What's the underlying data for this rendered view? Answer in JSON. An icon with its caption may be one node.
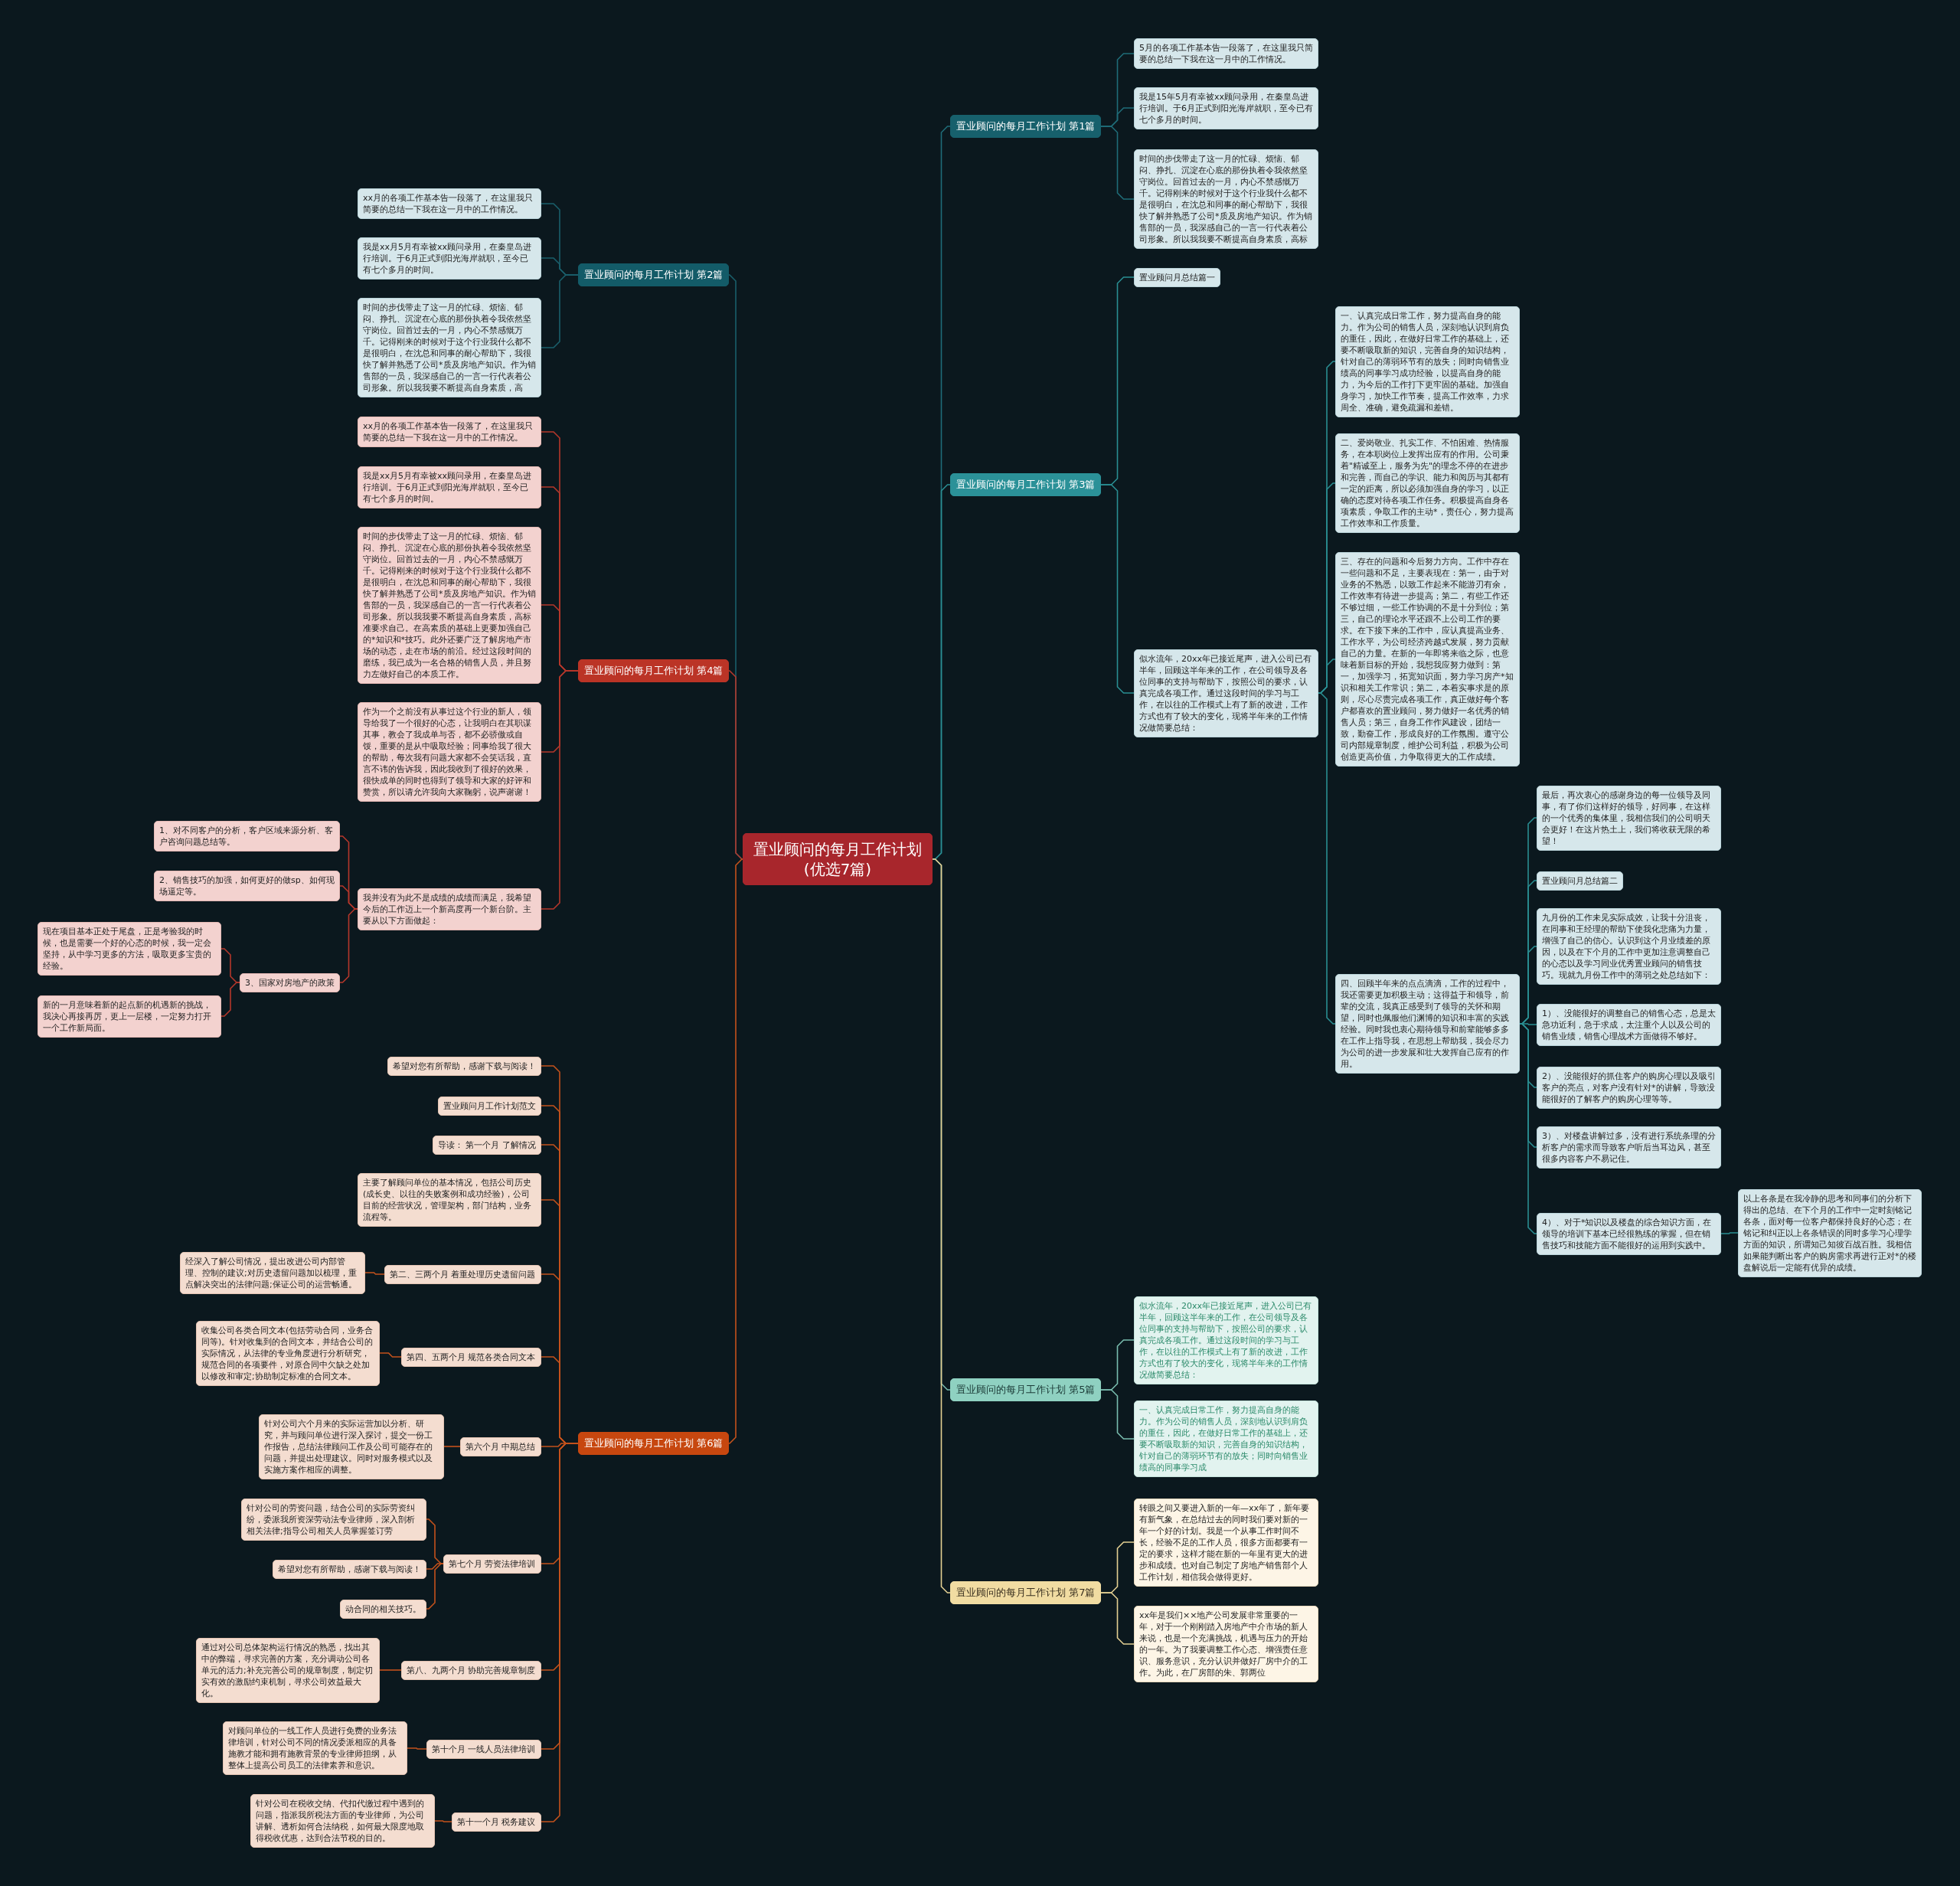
{
  "diagram": {
    "nodes": [
      {
        "text": [
          "置业顾问的每月工作计划(优选7篇)"
        ]
      },
      {
        "text": [
          "置业顾问的每月工作计划 第1篇"
        ]
      },
      {
        "text": [
          "5月的各项工作基本告一段落了，在这里我只简要的总结一下我在这一月中的工作情况。"
        ]
      },
      {
        "text": [
          "我是15年5月有幸被xx顾问录用，在秦皇岛进行培训。于6月正式到阳光海岸就职，至今已有七个多月的时间。"
        ]
      },
      {
        "text": [
          "时间的步伐带走了这一月的忙碌、烦恼、郁闷、挣扎、沉淀在心底的那份执着令我依然坚守岗位。回首过去的一月，内心不禁感慨万千。记得刚来的时候对于这个行业我什么都不是很明白，在沈总和同事的耐心帮助下，我很快了解并熟悉了公司*质及房地产知识。作为销售部的一员，我深感自己的一言一行代表着公司形象。所以我我要不断提高自身素质，高标"
        ]
      },
      {
        "text": [
          "置业顾问的每月工作计划 第2篇"
        ]
      },
      {
        "text": [
          "xx月的各项工作基本告一段落了，在这里我只简要的总结一下我在这一月中的工作情况。"
        ]
      },
      {
        "text": [
          "我是xx月5月有幸被xx顾问录用，在秦皇岛进行培训。于6月正式到阳光海岸就职，至今已有七个多月的时间。"
        ]
      },
      {
        "text": [
          "时间的步伐带走了这一月的忙碌、烦恼、郁闷、挣扎、沉淀在心底的那份执着令我依然坚守岗位。回首过去的一月，内心不禁感慨万千。记得刚来的时候对于这个行业我什么都不是很明白，在沈总和同事的耐心帮助下，我很快了解并熟悉了公司*质及房地产知识。作为销售部的一员，我深感自己的一言一行代表着公司形象。所以我我要不断提高自身素质，高"
        ]
      },
      {
        "text": [
          "置业顾问的每月工作计划 第3篇"
        ]
      },
      {
        "text": [
          "置业顾问月总结篇一"
        ]
      },
      {
        "text": [
          "似水流年，20xx年已接近尾声，进入公司已有半年，回顾这半年来的工作，在公司领导及各位同事的支持与帮助下，按照公司的要求，认真完成各项工作。通过这段时间的学习与工作，在以往的工作模式上有了新的改进，工作方式也有了较大的变化，现将半年来的工作情况做简要总结："
        ]
      },
      {
        "text": [
          "一、认真完成日常工作，努力提高自身的能力。作为公司的销售人员，深刻地认识到肩负的重任，因此，在做好日常工作的基础上，还要不断吸取新的知识，完善自身的知识结构，针对自己的薄弱环节有的放失；同时向销售业绩高的同事学习成功经验，以提高自身的能力，为今后的工作打下更牢固的基础。加强自身学习，加快工作节奏，提高工作效率，力求周全、准确，避免疏漏和差错。"
        ]
      },
      {
        "text": [
          "二、爱岗敬业、扎实工作、不怕困难、热情服务，在本职岗位上发挥出应有的作用。公司秉着\"精诚至上，服务为先\"的理念不停的在进步和完善，而自己的学识、能力和阅历与其都有一定的距离，所以必须加强自身的学习，以正确的态度对待各项工作任务。积极提高自身各项素质，争取工作的主动*，责任心，努力提高工作效率和工作质量。"
        ]
      },
      {
        "text": [
          "三、存在的问题和今后努力方向。工作中存在一些问题和不足，主要表现在：第一，由于对业务的不熟悉，以致工作起来不能游刃有余，工作效率有待进一步提高；第二，有些工作还不够过细，一些工作协调的不是十分到位；第三，自己的理论水平还跟不上公司工作的要求。在下接下来的工作中，应认真提高业务、工作水平，为公司经济跨越式发展，努力贡献自己的力量。在新的一年即将来临之际，也意味着新目标的开始，我想我应努力做到：第一，加强学习，拓宽知识面，努力学习房产*知识和相关工作常识；第二，本着实事求是的原则，尽心尽责完成各项工作，真正做好每个客户都喜欢的置业顾问，努力做好一名优秀的销售人员；第三，自身工作作风建设，团结一致，勤奋工作，形成良好的工作氛围。遵守公司内部规章制度，维护公司利益，积极为公司创造更高价值，力争取得更大的工作成绩。"
        ]
      },
      {
        "text": [
          "四、回顾半年来的点点滴滴，工作的过程中，我还需要更加积极主动；这得益于和领导，前辈的交流，我真正感受到了领导的关怀和期望，同时也佩服他们渊博的知识和丰富的实践经验。同时我也衷心期待领导和前辈能够多多在工作上指导我，在思想上帮助我，我会尽力为公司的进一步发展和壮大发挥自己应有的作用。"
        ]
      },
      {
        "text": [
          "最后，再次衷心的感谢身边的每一位领导及同事，有了你们这样好的领导，好同事，在这样的一个优秀的集体里，我相信我们的公司明天会更好！在这片热土上，我们将收获无限的希望！"
        ]
      },
      {
        "text": [
          "置业顾问月总结篇二"
        ]
      },
      {
        "text": [
          "九月份的工作未见实际成效，让我十分沮丧，在同事和王经理的帮助下使我化悲痛为力量，增强了自己的信心。认识到这个月业绩差的原因，以及在下个月的工作中更加注意调整自己的心态以及学习同业优秀置业顾问的销售技巧。现就九月份工作中的薄弱之处总结如下："
        ]
      },
      {
        "text": [
          "1）、没能很好的调整自己的销售心态，总是太急功近利，急于求成，太注重个人以及公司的销售业绩，销售心理战术方面做得不够好。"
        ]
      },
      {
        "text": [
          "2）、没能很好的抓住客户的购房心理以及吸引客户的亮点，对客户没有针对*的讲解，导致没能很好的了解客户的购房心理等等。"
        ]
      },
      {
        "text": [
          "3）、对楼盘讲解过多，没有进行系统条理的分析客户的需求而导致客户听后当耳边风，甚至很多内容客户不易记住。"
        ]
      },
      {
        "text": [
          "4）、对于*知识以及楼盘的综合知识方面，在领导的培训下基本已经很熟练的掌握，但在销售技巧和技能方面不能很好的运用到实践中。"
        ]
      },
      {
        "text": [
          "以上各条是在我冷静的思考和同事们的分析下得出的总结、在下个月的工作中一定时刻铭记各条，面对每一位客户都保持良好的心态；在铭记和纠正以上各条错误的同时多学习心理学方面的知识，所谓知己知彼百战百胜。我相信如果能判断出客户的购房需求再进行正对*的楼盘解说后一定能有优异的成绩。"
        ]
      },
      {
        "text": [
          "置业顾问的每月工作计划 第4篇"
        ]
      },
      {
        "text": [
          "xx月的各项工作基本告一段落了，在这里我只简要的总结一下我在这一月中的工作情况。"
        ]
      },
      {
        "text": [
          "我是xx月5月有幸被xx顾问录用，在秦皇岛进行培训。于6月正式到阳光海岸就职，至今已有七个多月的时间。"
        ]
      },
      {
        "text": [
          "时间的步伐带走了这一月的忙碌、烦恼、郁闷、挣扎、沉淀在心底的那份执着令我依然坚守岗位。回首过去的一月，内心不禁感慨万千。记得刚来的时候对于这个行业我什么都不是很明白，在沈总和同事的耐心帮助下，我很快了解并熟悉了公司*质及房地产知识。作为销售部的一员，我深感自己的一言一行代表着公司形象。所以我我要不断提高自身素质，高标准要求自己。在高素质的基础上更要加强自己的*知识和*技巧。此外还要广泛了解房地产市场的动态，走在市场的前沿。经过这段时间的磨练，我已成为一名合格的销售人员，并且努力左做好自己的本质工作。"
        ]
      },
      {
        "text": [
          "作为一个之前没有从事过这个行业的新人，领导给我了一个很好的心态，让我明白在其职谋其事，教会了我成单与否，都不必骄傲或自馁，重要的是从中吸取经验；同事给我了很大的帮助，每次我有问题大家都不会笑话我，直言不讳的告诉我，因此我收到了很好的效果，很快成单的同时也得到了领导和大家的好评和赞赏，所以请允许我向大家鞠躬，说声谢谢！"
        ]
      },
      {
        "text": [
          "我并没有为此不是成绩的成绩而满足，我希望今后的工作迈上一个新高度再一个新台阶。主要从以下方面做起："
        ]
      },
      {
        "text": [
          "1、对不同客户的分析，客户区域来源分析、客户咨询问题总结等。"
        ]
      },
      {
        "text": [
          "2、销售技巧的加强，如何更好的做sp、如何现场逼定等。"
        ]
      },
      {
        "text": [
          "3、国家对房地产的政策"
        ]
      },
      {
        "text": [
          "现在项目基本正处于尾盘，正是考验我的时候，也是需要一个好的心态的时候，我一定会坚持，从中学习更多的方法，吸取更多宝贵的经验。"
        ]
      },
      {
        "text": [
          "新的一月意味着新的起点新的机遇新的挑战，我决心再接再厉，更上一层楼，一定努力打开一个工作新局面。"
        ]
      },
      {
        "text": [
          "置业顾问的每月工作计划 第5篇"
        ]
      },
      {
        "text": [
          "似水流年，20xx年已接近尾声，进入公司已有半年，回顾这半年来的工作，在公司领导及各位同事的支持与帮助下，按照公司的要求，认真完成各项工作。通过这段时间的学习与工作，在以往的工作模式上有了新的改进，工作方式也有了较大的变化，现将半年来的工作情况做简要总结："
        ]
      },
      {
        "text": [
          "一、认真完成日常工作，努力提高自身的能力。作为公司的销售人员，深刻地认识到肩负的重任，因此，在做好日常工作的基础上，还要不断吸取新的知识，完善自身的知识结构，针对自己的薄弱环节有的放失；同时向销售业绩高的同事学习成"
        ]
      },
      {
        "text": [
          "置业顾问的每月工作计划 第6篇"
        ]
      },
      {
        "text": [
          "希望对您有所帮助，感谢下载与阅读！"
        ]
      },
      {
        "text": [
          "置业顾问月工作计划范文"
        ]
      },
      {
        "text": [
          "导读： 第一个月 了解情况"
        ]
      },
      {
        "text": [
          "主要了解顾问单位的基本情况，包括公司历史(成长史、以往的失败案例和成功经验)，公司目前的经营状况，管理架构，部门结构，业务流程等。"
        ]
      },
      {
        "text": [
          "第二、三两个月 着重处理历史遗留问题"
        ]
      },
      {
        "text": [
          "经深入了解公司情况，提出改进公司内部管理、控制的建议;对历史遗留问题加以梳理，重点解决突出的法律问题;保证公司的运营畅通。"
        ]
      },
      {
        "text": [
          "第四、五两个月 规范各类合同文本"
        ]
      },
      {
        "text": [
          "收集公司各类合同文本(包括劳动合同，业务合同等)。针对收集到的合同文本，并结合公司的实际情况，从法律的专业角度进行分析研究，规范合同的各项要件，对原合同中欠缺之处加以修改和审定;协助制定标准的合同文本。"
        ]
      },
      {
        "text": [
          "第六个月 中期总结"
        ]
      },
      {
        "text": [
          "针对公司六个月来的实际运营加以分析、研究，并与顾问单位进行深入探讨，提交一份工作报告，总结法律顾问工作及公司可能存在的问题，并提出处理建议。同时对服务模式以及实施方案作相应的调整。"
        ]
      },
      {
        "text": [
          "第七个月 劳资法律培训"
        ]
      },
      {
        "text": [
          "针对公司的劳资问题，结合公司的实际劳资纠纷，委派我所资深劳动法专业律师，深入剖析相关法律;指导公司相关人员掌握签订劳"
        ]
      },
      {
        "text": [
          "希望对您有所帮助，感谢下载与阅读！"
        ]
      },
      {
        "text": [
          "动合同的相关技巧。"
        ]
      },
      {
        "text": [
          "第八、九两个月 协助完善规章制度"
        ]
      },
      {
        "text": [
          "通过对公司总体架构运行情况的熟悉，找出其中的弊端，寻求完善的方案，充分调动公司各单元的活力;补充完善公司的规章制度，制定切实有效的激励约束机制，寻求公司效益最大化。"
        ]
      },
      {
        "text": [
          "第十个月 一线人员法律培训"
        ]
      },
      {
        "text": [
          "对顾问单位的一线工作人员进行免费的业务法律培训，针对公司不同的情况委派相应的具备施教才能和拥有施教背景的专业律师担纲，从整体上提高公司员工的法律素养和意识。"
        ]
      },
      {
        "text": [
          "第十一个月 税务建议"
        ]
      },
      {
        "text": [
          "针对公司在税收交纳、代扣代缴过程中遇到的问题，指派我所税法方面的专业律师，为公司讲解、透析如何合法纳税，如何最大限度地取得税收优惠，达到合法节税的目的。"
        ]
      },
      {
        "text": [
          "置业顾问的每月工作计划 第7篇"
        ]
      },
      {
        "text": [
          "转眼之间又要进入新的一年—xx年了，新年要有新气象，在总结过去的同时我们要对新的一年一个好的计划。我是一个从事工作时间不长，经验不足的工作人员，很多方面都要有一定的要求，这样才能在新的一年里有更大的进步和成绩。也对自己制定了房地产销售部个人工作计划，相信我会做得更好。"
        ]
      },
      {
        "text": [
          "xx年是我们××地产公司发展非常重要的一年，对于一个刚刚踏入房地产中介市场的新人来说，也是一个充满挑战，机遇与压力的开始的一年。为了我要调整工作心态、增强责任意识、服务意识，充分认识并做好厂房中介的工作。为此，在厂房部的朱、郭两位"
        ]
      }
    ],
    "edges": [
      {
        "from": 0,
        "to": 1,
        "arrow": "none",
        "color": "#1f6c78"
      },
      {
        "from": 0,
        "to": 5,
        "arrow": "none",
        "color": "#1a5f6b"
      },
      {
        "from": 0,
        "to": 9,
        "arrow": "none",
        "color": "#2a8e92"
      },
      {
        "from": 0,
        "to": 24,
        "arrow": "none",
        "color": "#b5372b"
      },
      {
        "from": 0,
        "to": 35,
        "arrow": "none",
        "color": "#79bcae"
      },
      {
        "from": 0,
        "to": 38,
        "arrow": "none",
        "color": "#c4521c"
      },
      {
        "from": 0,
        "to": 59,
        "arrow": "none",
        "color": "#e3cf92"
      },
      {
        "from": 1,
        "to": 2,
        "arrow": "none",
        "color": "#1f6c78"
      },
      {
        "from": 1,
        "to": 3,
        "arrow": "none",
        "color": "#1f6c78"
      },
      {
        "from": 1,
        "to": 4,
        "arrow": "none",
        "color": "#1f6c78"
      },
      {
        "from": 5,
        "to": 6,
        "arrow": "none",
        "color": "#1a5f6b"
      },
      {
        "from": 5,
        "to": 7,
        "arrow": "none",
        "color": "#1a5f6b"
      },
      {
        "from": 5,
        "to": 8,
        "arrow": "none",
        "color": "#1a5f6b"
      },
      {
        "from": 9,
        "to": 10,
        "arrow": "none",
        "color": "#2a8e92"
      },
      {
        "from": 9,
        "to": 11,
        "arrow": "none",
        "color": "#2a8e92"
      },
      {
        "from": 11,
        "to": 12,
        "arrow": "none",
        "color": "#2a8e92"
      },
      {
        "from": 11,
        "to": 13,
        "arrow": "none",
        "color": "#2a8e92"
      },
      {
        "from": 11,
        "to": 14,
        "arrow": "none",
        "color": "#2a8e92"
      },
      {
        "from": 11,
        "to": 15,
        "arrow": "none",
        "color": "#2a8e92"
      },
      {
        "from": 15,
        "to": 16,
        "arrow": "none",
        "color": "#2a8e92"
      },
      {
        "from": 15,
        "to": 17,
        "arrow": "none",
        "color": "#2a8e92"
      },
      {
        "from": 15,
        "to": 18,
        "arrow": "none",
        "color": "#2a8e92"
      },
      {
        "from": 15,
        "to": 19,
        "arrow": "none",
        "color": "#2a8e92"
      },
      {
        "from": 15,
        "to": 20,
        "arrow": "none",
        "color": "#2a8e92"
      },
      {
        "from": 15,
        "to": 21,
        "arrow": "none",
        "color": "#2a8e92"
      },
      {
        "from": 15,
        "to": 22,
        "arrow": "none",
        "color": "#2a8e92"
      },
      {
        "from": 22,
        "to": 23,
        "arrow": "none",
        "color": "#2a8e92"
      },
      {
        "from": 24,
        "to": 25,
        "arrow": "none",
        "color": "#b5372b"
      },
      {
        "from": 24,
        "to": 26,
        "arrow": "none",
        "color": "#b5372b"
      },
      {
        "from": 24,
        "to": 27,
        "arrow": "none",
        "color": "#b5372b"
      },
      {
        "from": 24,
        "to": 28,
        "arrow": "none",
        "color": "#b5372b"
      },
      {
        "from": 24,
        "to": 29,
        "arrow": "none",
        "color": "#b5372b"
      },
      {
        "from": 29,
        "to": 30,
        "arrow": "none",
        "color": "#b5372b"
      },
      {
        "from": 29,
        "to": 31,
        "arrow": "none",
        "color": "#b5372b"
      },
      {
        "from": 29,
        "to": 32,
        "arrow": "none",
        "color": "#b5372b"
      },
      {
        "from": 32,
        "to": 33,
        "arrow": "none",
        "color": "#b5372b"
      },
      {
        "from": 32,
        "to": 34,
        "arrow": "none",
        "color": "#b5372b"
      },
      {
        "from": 35,
        "to": 36,
        "arrow": "none",
        "color": "#79bcae"
      },
      {
        "from": 35,
        "to": 37,
        "arrow": "none",
        "color": "#79bcae"
      },
      {
        "from": 38,
        "to": 39,
        "arrow": "none",
        "color": "#c4521c"
      },
      {
        "from": 38,
        "to": 40,
        "arrow": "none",
        "color": "#c4521c"
      },
      {
        "from": 38,
        "to": 41,
        "arrow": "none",
        "color": "#c4521c"
      },
      {
        "from": 38,
        "to": 42,
        "arrow": "none",
        "color": "#c4521c"
      },
      {
        "from": 38,
        "to": 43,
        "arrow": "none",
        "color": "#c4521c"
      },
      {
        "from": 43,
        "to": 44,
        "arrow": "none",
        "color": "#c4521c"
      },
      {
        "from": 38,
        "to": 45,
        "arrow": "none",
        "color": "#c4521c"
      },
      {
        "from": 45,
        "to": 46,
        "arrow": "none",
        "color": "#c4521c"
      },
      {
        "from": 38,
        "to": 47,
        "arrow": "none",
        "color": "#c4521c"
      },
      {
        "from": 47,
        "to": 48,
        "arrow": "none",
        "color": "#c4521c"
      },
      {
        "from": 38,
        "to": 49,
        "arrow": "none",
        "color": "#c4521c"
      },
      {
        "from": 49,
        "to": 50,
        "arrow": "none",
        "color": "#c4521c"
      },
      {
        "from": 49,
        "to": 51,
        "arrow": "none",
        "color": "#c4521c"
      },
      {
        "from": 49,
        "to": 52,
        "arrow": "none",
        "color": "#c4521c"
      },
      {
        "from": 38,
        "to": 53,
        "arrow": "none",
        "color": "#c4521c"
      },
      {
        "from": 53,
        "to": 54,
        "arrow": "none",
        "color": "#c4521c"
      },
      {
        "from": 38,
        "to": 55,
        "arrow": "none",
        "color": "#c4521c"
      },
      {
        "from": 55,
        "to": 56,
        "arrow": "none",
        "color": "#c4521c"
      },
      {
        "from": 38,
        "to": 57,
        "arrow": "none",
        "color": "#c4521c"
      },
      {
        "from": 57,
        "to": 58,
        "arrow": "none",
        "color": "#c4521c"
      },
      {
        "from": 59,
        "to": 60,
        "arrow": "none",
        "color": "#e3cf92"
      },
      {
        "from": 59,
        "to": 61,
        "arrow": "none",
        "color": "#e3cf92"
      }
    ]
  }
}
